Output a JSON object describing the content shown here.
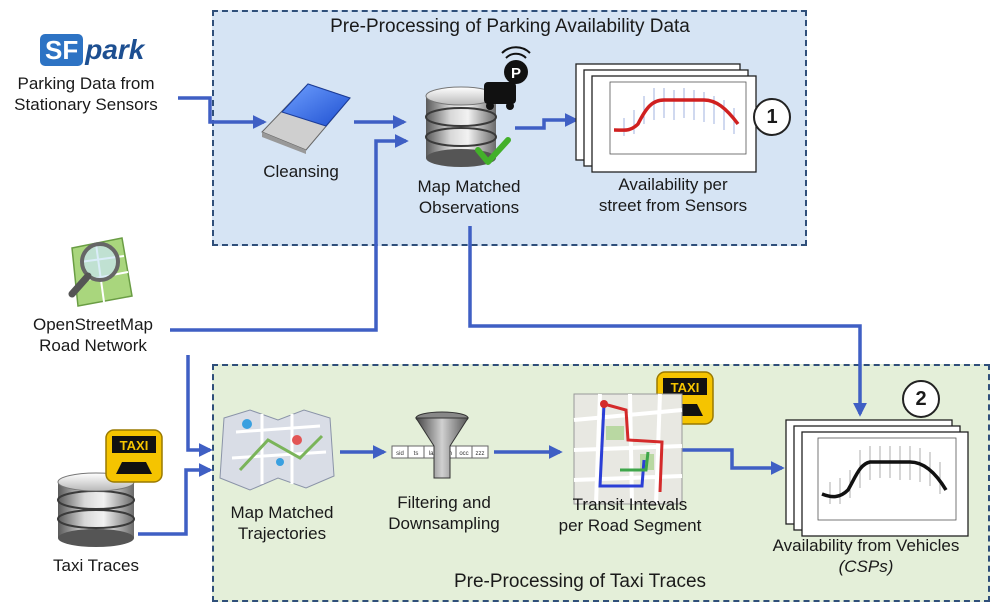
{
  "top_box": {
    "title": "Pre-Processing of Parking Availability Data",
    "number": "1"
  },
  "bottom_box": {
    "title": "Pre-Processing of Taxi Traces",
    "number": "2"
  },
  "sources": {
    "sfpark_logo": {
      "sf": "SF",
      "park": "park"
    },
    "sfpark_label": [
      "Parking Data from",
      "Stationary Sensors"
    ],
    "osm_label": [
      "OpenStreetMap",
      "Road Network"
    ],
    "taxi_traces_label": "Taxi Traces",
    "taxi_badge": "TAXI"
  },
  "nodes": {
    "cleansing": "Cleansing",
    "map_matched_observations": [
      "Map Matched",
      "Observations"
    ],
    "availability_sensors": [
      "Availability per",
      "street from Sensors"
    ],
    "map_matched_trajectories": [
      "Map Matched",
      "Trajectories"
    ],
    "filtering": [
      "Filtering and",
      "Downsampling"
    ],
    "filter_table_cells": [
      "sid",
      "ts",
      "lat",
      "lon",
      "occ",
      "zzz"
    ],
    "transit_intervals": [
      "Transit Intevals",
      "per Road Segment"
    ],
    "availability_vehicles": [
      "Availability from Vehicles",
      "(CSPs)"
    ],
    "parking_icon_letter": "P"
  },
  "colors": {
    "arrow": "#3f5fc4",
    "top_fill": "#d6e4f4",
    "bottom_fill": "#e4efd9",
    "border": "#2f4f7a",
    "sensor_curve": "#d02020",
    "vehicle_curve": "#111111",
    "taxi_yellow": "#f5c400"
  }
}
